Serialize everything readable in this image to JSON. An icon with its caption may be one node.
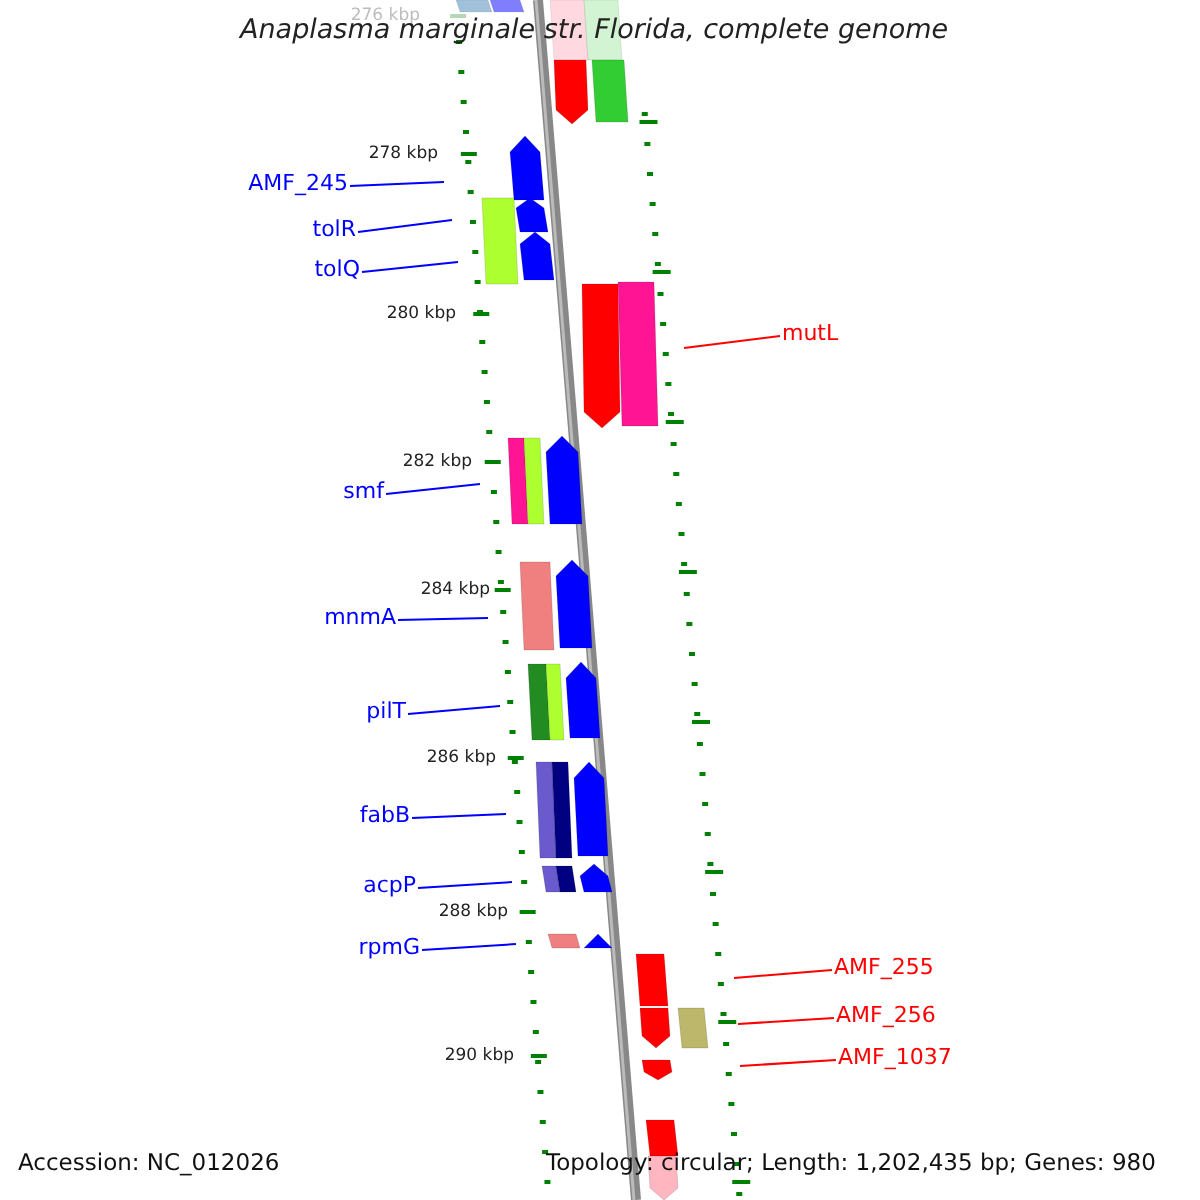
{
  "diagram": {
    "title": "Anaplasma marginale str. Florida, complete genome",
    "nodes": [
      {
        "text": [
          "AMF_245"
        ]
      },
      {
        "text": [
          "tolR"
        ]
      },
      {
        "text": [
          "tolQ"
        ]
      },
      {
        "text": [
          "mutL"
        ]
      },
      {
        "text": [
          "smf"
        ]
      },
      {
        "text": [
          "mnmA"
        ]
      },
      {
        "text": [
          "pilT"
        ]
      },
      {
        "text": [
          "fabB"
        ]
      },
      {
        "text": [
          "acpP"
        ]
      },
      {
        "text": [
          "rpmG"
        ]
      },
      {
        "text": [
          "AMF_255"
        ]
      },
      {
        "text": [
          "AMF_256"
        ]
      },
      {
        "text": [
          "AMF_1037"
        ]
      }
    ],
    "edges": [
      {
        "from": 0,
        "to": null,
        "arrow": "none"
      },
      {
        "from": 1,
        "to": null,
        "arrow": "none"
      },
      {
        "from": 2,
        "to": null,
        "arrow": "none"
      },
      {
        "from": 3,
        "to": null,
        "arrow": "none",
        "color": "#ff0000"
      },
      {
        "from": 4,
        "to": null,
        "arrow": "none"
      },
      {
        "from": 5,
        "to": null,
        "arrow": "none"
      },
      {
        "from": 6,
        "to": null,
        "arrow": "none"
      },
      {
        "from": 7,
        "to": null,
        "arrow": "none"
      },
      {
        "from": 8,
        "to": null,
        "arrow": "none"
      },
      {
        "from": 9,
        "to": null,
        "arrow": "none"
      },
      {
        "from": 10,
        "to": null,
        "arrow": "none",
        "color": "#ff0000"
      },
      {
        "from": 11,
        "to": null,
        "arrow": "none",
        "color": "#ff0000"
      },
      {
        "from": 12,
        "to": null,
        "arrow": "none",
        "color": "#ff0000"
      }
    ],
    "labels": [
      "276 kbp",
      "278 kbp",
      "280 kbp",
      "282 kbp",
      "284 kbp",
      "286 kbp",
      "288 kbp",
      "290 kbp",
      "Accession: NC_012026",
      "Topology: circular; Length: 1,202,435 bp; Genes: 980"
    ]
  }
}
